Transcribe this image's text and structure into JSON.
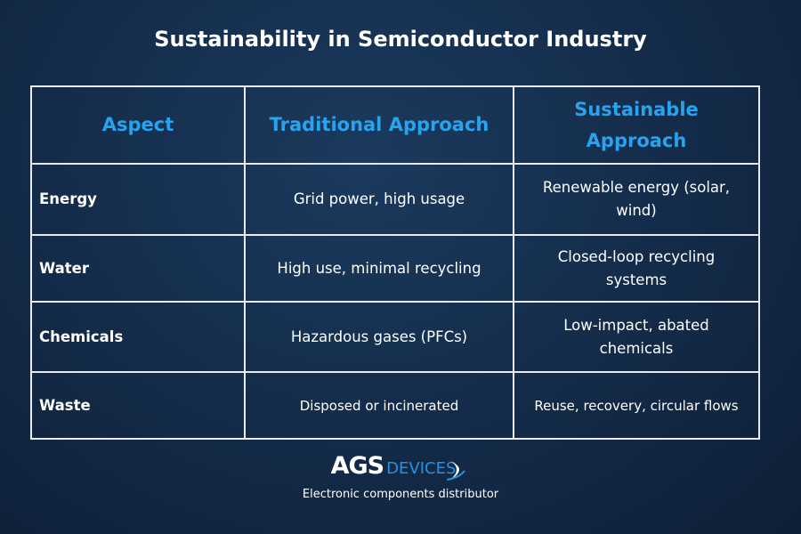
{
  "title": "Sustainability in Semiconductor Industry",
  "table": {
    "headers": [
      "Aspect",
      "Traditional Approach",
      "Sustainable Approach"
    ],
    "rows": [
      {
        "aspect": "Energy",
        "traditional": "Grid power, high usage",
        "sustainable": "Renewable energy (solar, wind)"
      },
      {
        "aspect": "Water",
        "traditional": "High use, minimal recycling",
        "sustainable": "Closed-loop recycling systems"
      },
      {
        "aspect": "Chemicals",
        "traditional": "Hazardous gases (PFCs)",
        "sustainable": "Low-impact, abated chemicals"
      },
      {
        "aspect": "Waste",
        "traditional": "Disposed or incinerated",
        "sustainable": "Reuse, recovery, circular flows"
      }
    ]
  },
  "footer": {
    "logo_main": "AGS",
    "logo_sub": "DEVICES",
    "tagline": "Electronic components distributor"
  },
  "colors": {
    "header_text": "#27a3f0",
    "accent": "#2a8fe0"
  }
}
